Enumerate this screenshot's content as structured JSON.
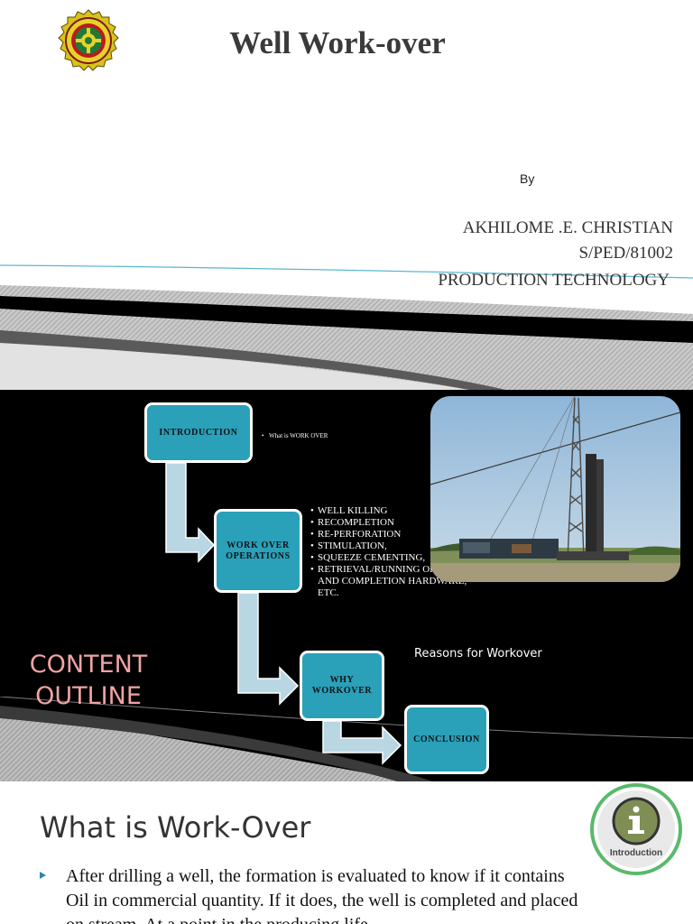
{
  "slide1": {
    "title": "Well Work-over",
    "by_label": "By",
    "author_name": "AKHILOME .E. CHRISTIAN",
    "author_id": "S/PED/81002",
    "department": "PRODUCTION TECHNOLOGY"
  },
  "slide2": {
    "outline_title_line1": "CONTENT",
    "outline_title_line2": "OUTLINE",
    "boxes": {
      "introduction": "INTRODUCTION",
      "operations_line1": "WORK OVER",
      "operations_line2": "OPERATIONS",
      "why_line1": "WHY",
      "why_line2": "WORKOVER",
      "conclusion": "CONCLUSION"
    },
    "intro_bullets": [
      "What is WORK OVER"
    ],
    "operations_bullets": [
      "WELL KILLING",
      "RECOMPLETION",
      "RE-PERFORATION",
      "STIMULATION,",
      "SQUEEZE CEMENTING,",
      "RETRIEVAL/RUNNING OF TUBING AND COMPLETION HARDWARE, ETC."
    ],
    "reasons_label": "Reasons for Workover",
    "colors": {
      "box": "#2aa0b9",
      "arrow": "#b9d6e3",
      "outline_title": "#f0a3a3"
    }
  },
  "slide3": {
    "heading": "What is Work-Over",
    "badge_label": "Introduction",
    "bullet_text": "After drilling a well, the formation is evaluated to know if it contains Oil in commercial quantity. If it does, the well is completed and placed on stream. At a point in the producing life"
  }
}
